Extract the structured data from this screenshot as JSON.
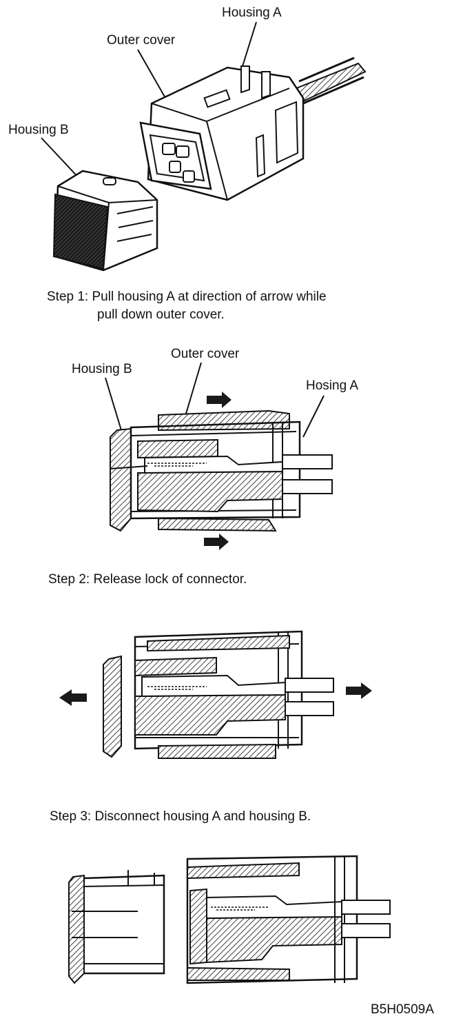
{
  "labels": {
    "housing_a_top": "Housing A",
    "outer_cover_top": "Outer cover",
    "housing_b_top": "Housing B",
    "housing_b_mid": "Housing B",
    "outer_cover_mid": "Outer cover",
    "hosing_a_mid": "Hosing A"
  },
  "steps": {
    "step1_line1": "Step 1: Pull housing A at direction of arrow while",
    "step1_line2": "pull down outer cover.",
    "step2": "Step 2: Release lock of connector.",
    "step3": "Step 3: Disconnect housing A and housing B."
  },
  "figure_code": "B5H0509A"
}
